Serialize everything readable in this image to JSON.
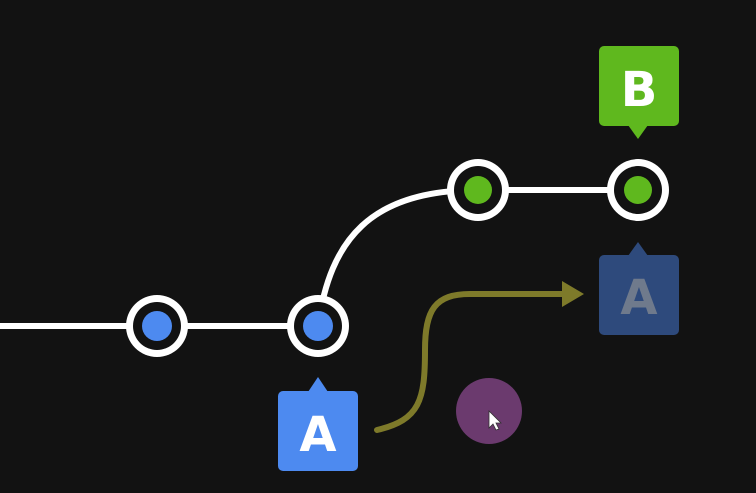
{
  "colors": {
    "background": "#121212",
    "line": "#ffffff",
    "node_ring": "#ffffff",
    "node_hole": "#121212",
    "branch_a": "#4d8af0",
    "branch_b": "#5fb81e",
    "ghost_label": "#2e4a7c",
    "ghost_text": "#6f7a8c",
    "move_arrow": "#7e7a2a",
    "cursor_highlight": "#6b3a6e",
    "cursor": "#ffffff"
  },
  "labels": {
    "branch_a": "A",
    "branch_b": "B",
    "branch_a_ghost": "A"
  },
  "icons": {
    "cursor": "mouse-pointer-icon",
    "arrow": "arrow-right-icon"
  }
}
